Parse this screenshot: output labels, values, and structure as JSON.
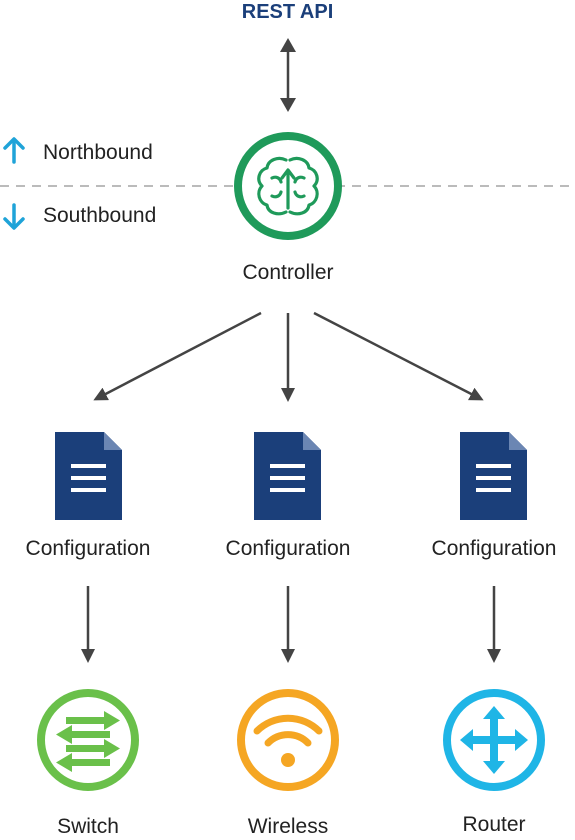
{
  "diagram": {
    "title": "REST API",
    "northbound_label": "Northbound",
    "southbound_label": "Southbound",
    "controller_label": "Controller",
    "configurations": [
      "Configuration",
      "Configuration",
      "Configuration"
    ],
    "devices": [
      {
        "label": "Switch",
        "icon": "switch-icon"
      },
      {
        "label": "Wireless",
        "icon": "wireless-icon"
      },
      {
        "label": "Router",
        "icon": "router-icon"
      }
    ],
    "colors": {
      "title": "#1b3f7a",
      "arrow": "#444444",
      "north_south_arrow": "#1fa3d8",
      "divider": "#bbbbbb",
      "controller": "#1f9a5a",
      "document": "#1b3f7a",
      "switch": "#6ac04a",
      "wireless": "#f5a623",
      "router": "#1fb5e6"
    }
  }
}
